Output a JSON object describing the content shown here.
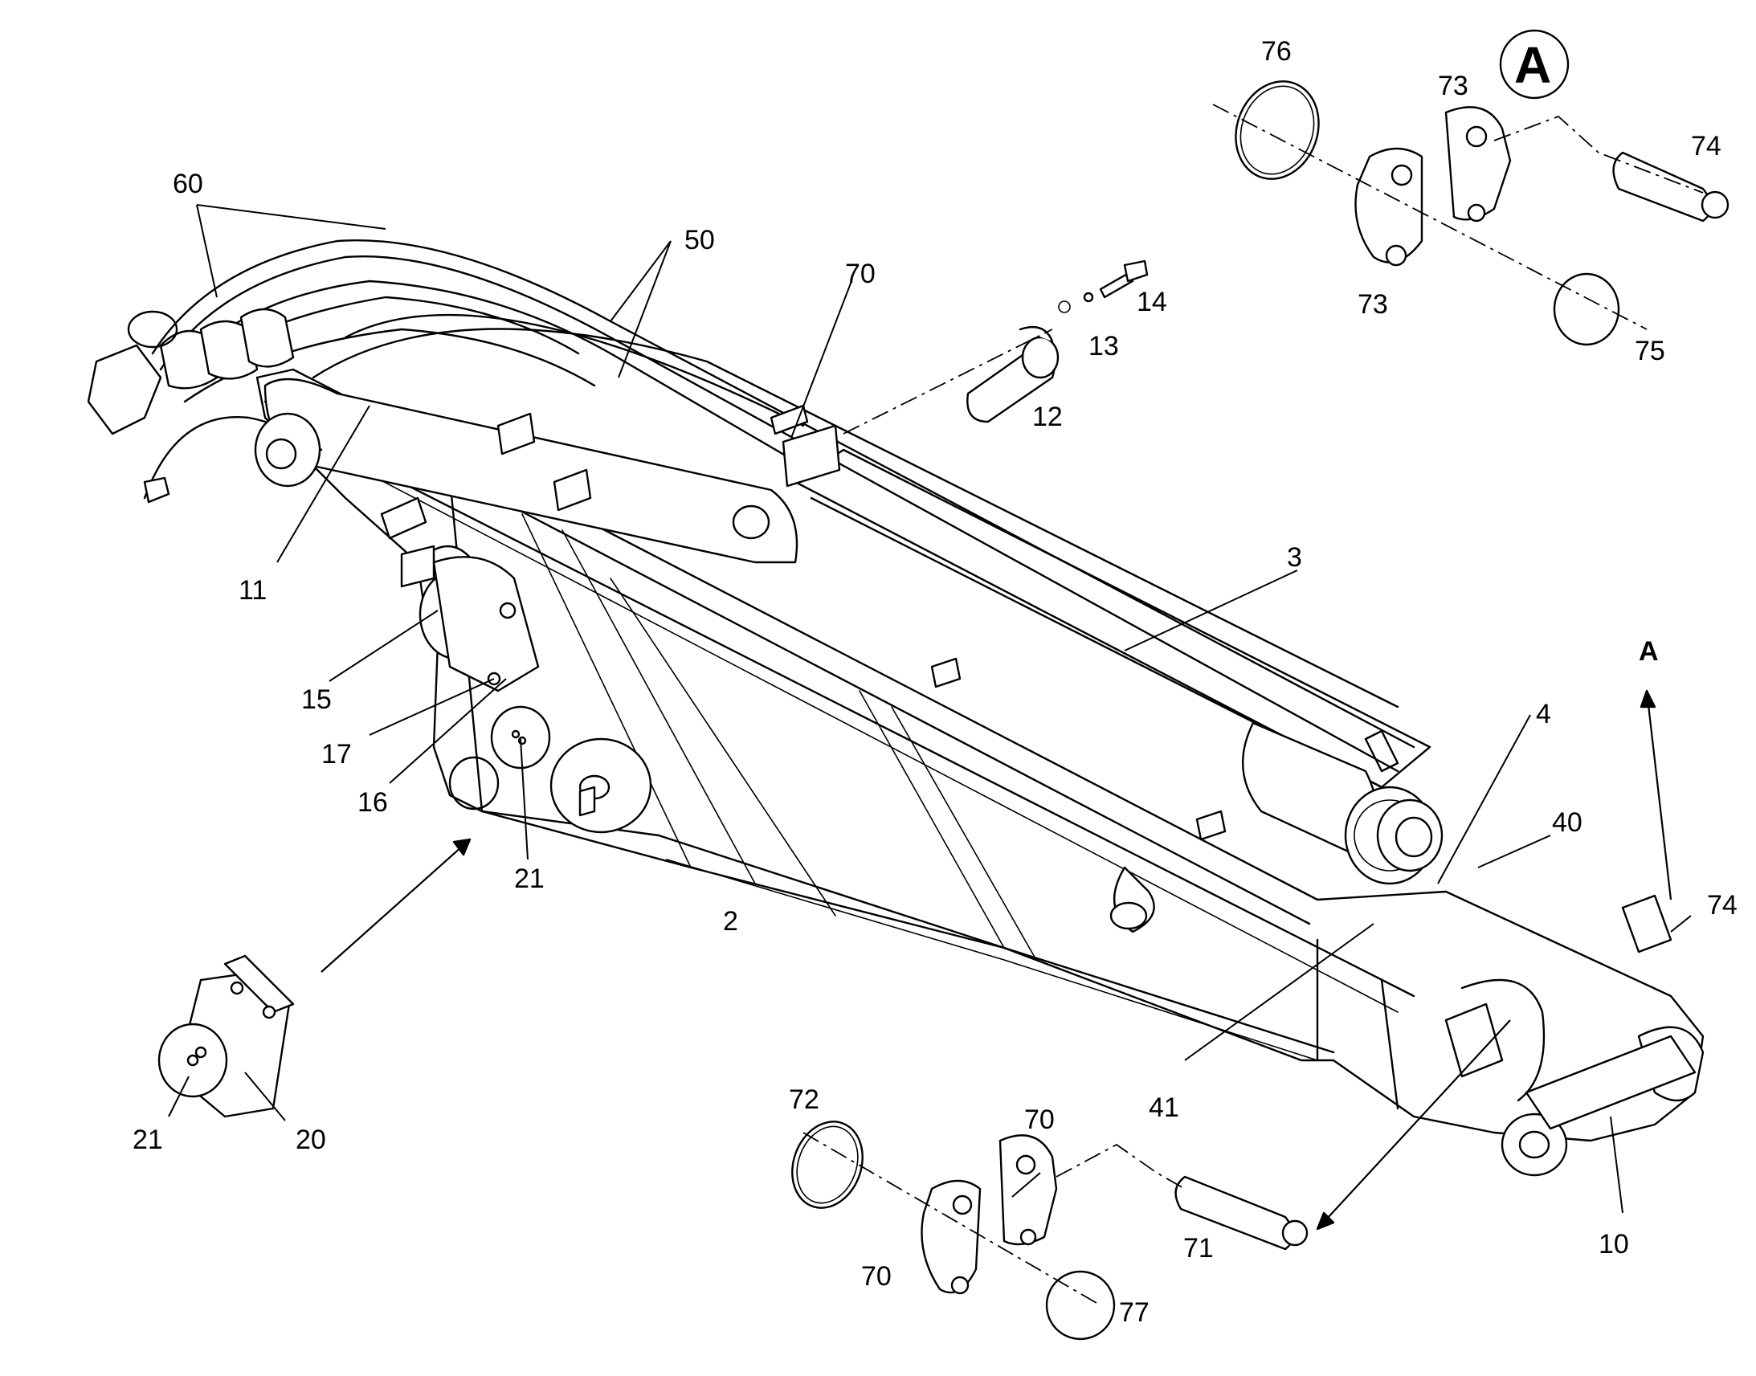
{
  "view_marker": "A",
  "view_arrow_label": "A",
  "labels": {
    "l2": "2",
    "l3": "3",
    "l4": "4",
    "l10": "10",
    "l11": "11",
    "l12": "12",
    "l13": "13",
    "l14": "14",
    "l15": "15",
    "l16": "16",
    "l17": "17",
    "l20": "20",
    "l21a": "21",
    "l21b": "21",
    "l40": "40",
    "l41": "41",
    "l50": "50",
    "l60": "60",
    "l70a": "70",
    "l70b": "70",
    "l70c": "70",
    "l71": "71",
    "l72": "72",
    "l73a": "73",
    "l73b": "73",
    "l74a": "74",
    "l74b": "74",
    "l75": "75",
    "l76": "76",
    "l77": "77"
  }
}
